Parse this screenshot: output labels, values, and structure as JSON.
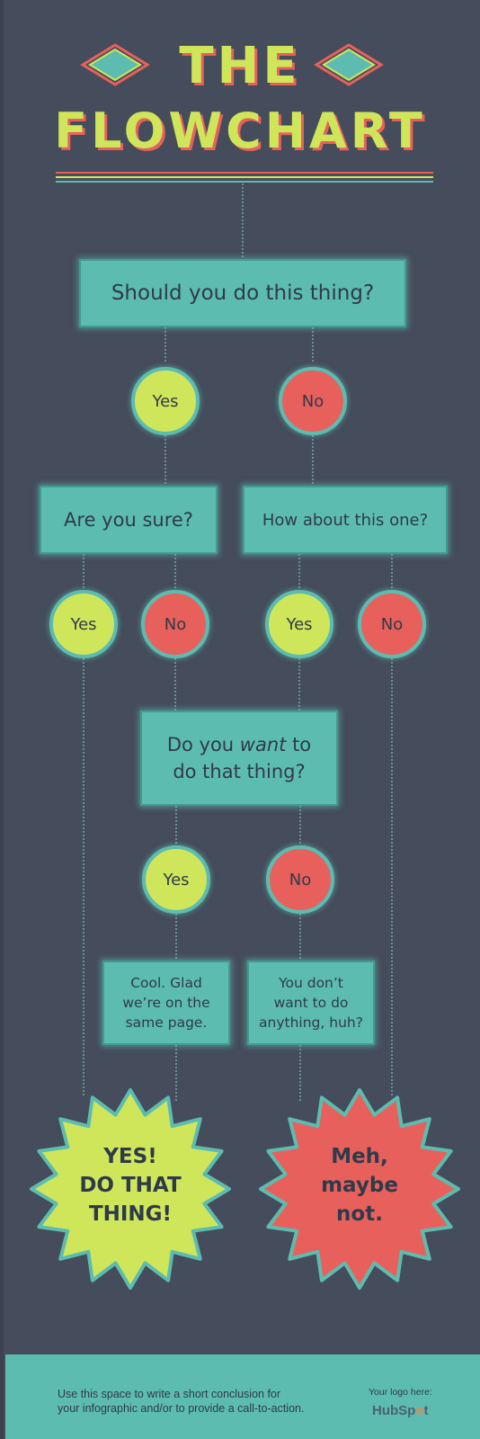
{
  "title": {
    "line1": "THE",
    "line2": "FLOWCHART"
  },
  "colors": {
    "background": "#454c5b",
    "box": "#5cbcb0",
    "yes": "#cfe65a",
    "no": "#e8605c",
    "text": "#2f3a4a"
  },
  "nodes": {
    "q1": "Should you do this thing?",
    "q2": "Are you sure?",
    "q3": "How about this one?",
    "q4_pre": "Do you ",
    "q4_em": "want",
    "q4_post": " to",
    "q4_line2": "do that thing?",
    "msg_yes_1": "Cool. Glad",
    "msg_yes_2": "we’re on the",
    "msg_yes_3": "same page.",
    "msg_no_1": "You don’t",
    "msg_no_2": "want to do",
    "msg_no_3": "anything, huh?"
  },
  "answers": {
    "yes": "Yes",
    "no": "No"
  },
  "outcomes": {
    "yes_1": "YES!",
    "yes_2": "DO THAT",
    "yes_3": "THING!",
    "no_1": "Meh,",
    "no_2": "maybe",
    "no_3": "not."
  },
  "footer": {
    "line1": "Use this space to write a short conclusion for",
    "line2": "your infographic and/or to provide a call-to-action.",
    "logo_label": "Your logo here:",
    "logo_a": "HubSp",
    "logo_dot": "o",
    "logo_b": "t"
  }
}
